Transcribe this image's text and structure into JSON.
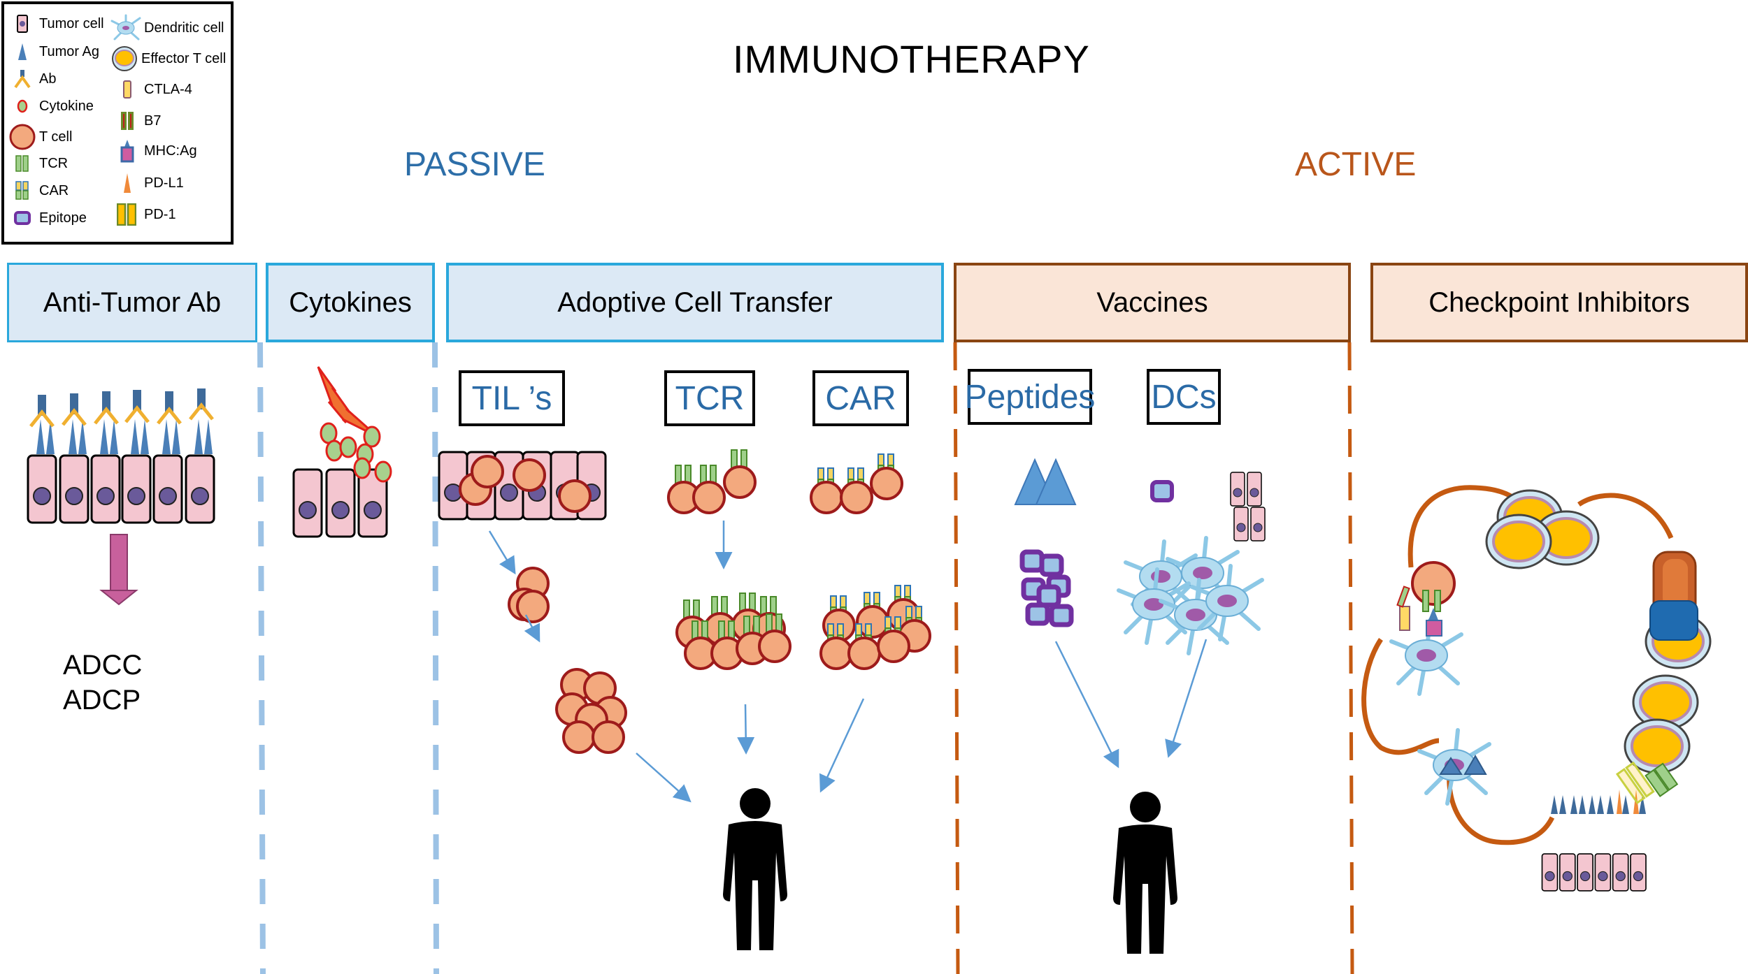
{
  "title": "IMMUNOTHERAPY",
  "categories": {
    "passive": {
      "label": "PASSIVE",
      "color": "#2d6ea8"
    },
    "active": {
      "label": "ACTIVE",
      "color": "#b9561b"
    }
  },
  "legend": {
    "left_column": [
      {
        "icon": "tumor-cell-icon",
        "label": "Tumor cell"
      },
      {
        "icon": "tumor-antigen-icon",
        "label": "Tumor Ag"
      },
      {
        "icon": "antibody-icon",
        "label": "Ab"
      },
      {
        "icon": "cytokine-icon",
        "label": "Cytokine"
      },
      {
        "icon": "t-cell-icon",
        "label": "T cell"
      },
      {
        "icon": "tcr-icon",
        "label": "TCR"
      },
      {
        "icon": "car-icon",
        "label": "CAR"
      },
      {
        "icon": "epitope-icon",
        "label": "Epitope"
      }
    ],
    "right_column": [
      {
        "icon": "dendritic-cell-icon",
        "label": "Dendritic cell"
      },
      {
        "icon": "effector-t-cell-icon",
        "label": "Effector T cell"
      },
      {
        "icon": "ctla4-icon",
        "label": "CTLA-4"
      },
      {
        "icon": "b7-icon",
        "label": "B7"
      },
      {
        "icon": "mhc-ag-icon",
        "label": "MHC:Ag"
      },
      {
        "icon": "pd-l1-icon",
        "label": "PD-L1"
      },
      {
        "icon": "pd-1-icon",
        "label": "PD-1"
      }
    ]
  },
  "sections": [
    {
      "id": "anti-tumor-ab",
      "header": "Anti-Tumor Ab",
      "group": "passive",
      "outcomes": [
        "ADCC",
        "ADCP"
      ]
    },
    {
      "id": "cytokines",
      "header": "Cytokines",
      "group": "passive"
    },
    {
      "id": "adoptive-cell-transfer",
      "header": "Adoptive Cell Transfer",
      "group": "passive",
      "subtypes": [
        "TIL ’s",
        "TCR",
        "CAR"
      ]
    },
    {
      "id": "vaccines",
      "header": "Vaccines",
      "group": "active",
      "subtypes": [
        "Peptides",
        "DCs"
      ]
    },
    {
      "id": "checkpoint-inhibitors",
      "header": "Checkpoint Inhibitors",
      "group": "active"
    }
  ],
  "colors": {
    "passive_header_fill": "#dce9f5",
    "passive_border": "#2aa8dc",
    "active_header_fill": "#fae5d7",
    "active_border": "#8a4512",
    "passive_divider": "#9cc2e5",
    "active_divider": "#c55a11",
    "arrow": "#5b9bd5",
    "tumor_cell": "#f4c6d0",
    "t_cell": "#f3a97e",
    "t_cell_border": "#9e1b1b",
    "tcr": "#9fd08a",
    "cytokine_fill": "#a8d08d",
    "cytokine_border": "#e0201b",
    "epitope": "#7030a0",
    "effector_t_cell": "#ffc000",
    "cycle_line": "#c55a11"
  }
}
